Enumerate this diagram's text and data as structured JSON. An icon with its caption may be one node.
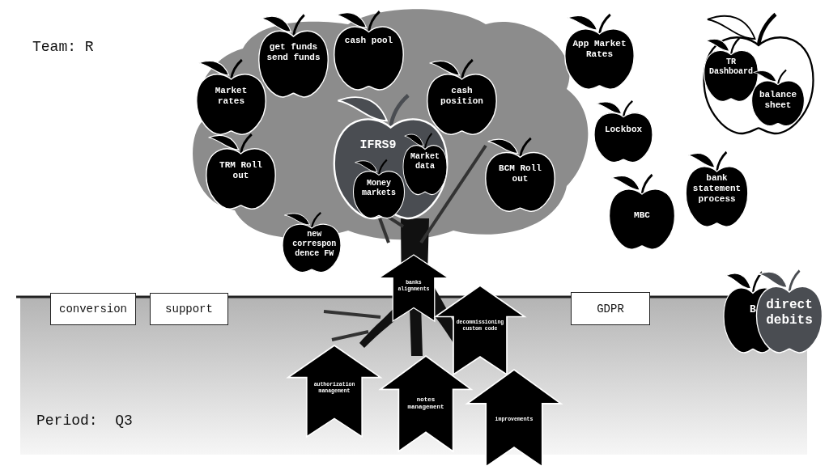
{
  "diagram": {
    "nodes": [
      {
        "text": [
          "get funds send funds"
        ]
      },
      {
        "text": [
          "cash pool"
        ]
      },
      {
        "text": [
          "Market rates"
        ]
      },
      {
        "text": [
          "cash position"
        ]
      },
      {
        "text": [
          "IFRS9"
        ]
      },
      {
        "text": [
          "Market data"
        ],
        "in": 4
      },
      {
        "text": [
          "Money markets"
        ],
        "in": 4
      },
      {
        "text": [
          "TRM Roll out"
        ]
      },
      {
        "text": [
          "BCM Roll out"
        ]
      },
      {
        "text": [
          "new correspondence FW"
        ]
      },
      {
        "text": [
          "App Market Rates"
        ]
      },
      {
        "text": [
          "Lockbox"
        ]
      },
      {
        "text": [
          "MBC"
        ]
      },
      {
        "text": [
          "bank statement process"
        ]
      },
      {
        "text": [],
        "shape": "apple"
      },
      {
        "text": [
          "TR Dashboard"
        ],
        "in": 14
      },
      {
        "text": [
          "balance sheet"
        ],
        "in": 14
      },
      {
        "text": [
          "banks alignments"
        ]
      },
      {
        "text": [
          "decommissioning custom code"
        ]
      },
      {
        "text": [
          "authorization management"
        ]
      },
      {
        "text": [
          "notes management"
        ]
      },
      {
        "text": [
          "improvements"
        ]
      },
      {
        "text": [
          "conversion"
        ]
      },
      {
        "text": [
          "support"
        ]
      },
      {
        "text": [
          "GDPR"
        ]
      },
      {
        "text": [
          "B"
        ]
      },
      {
        "text": [
          "direct debits"
        ]
      }
    ],
    "labels": [
      "Team: R",
      "Period:  Q3"
    ]
  }
}
